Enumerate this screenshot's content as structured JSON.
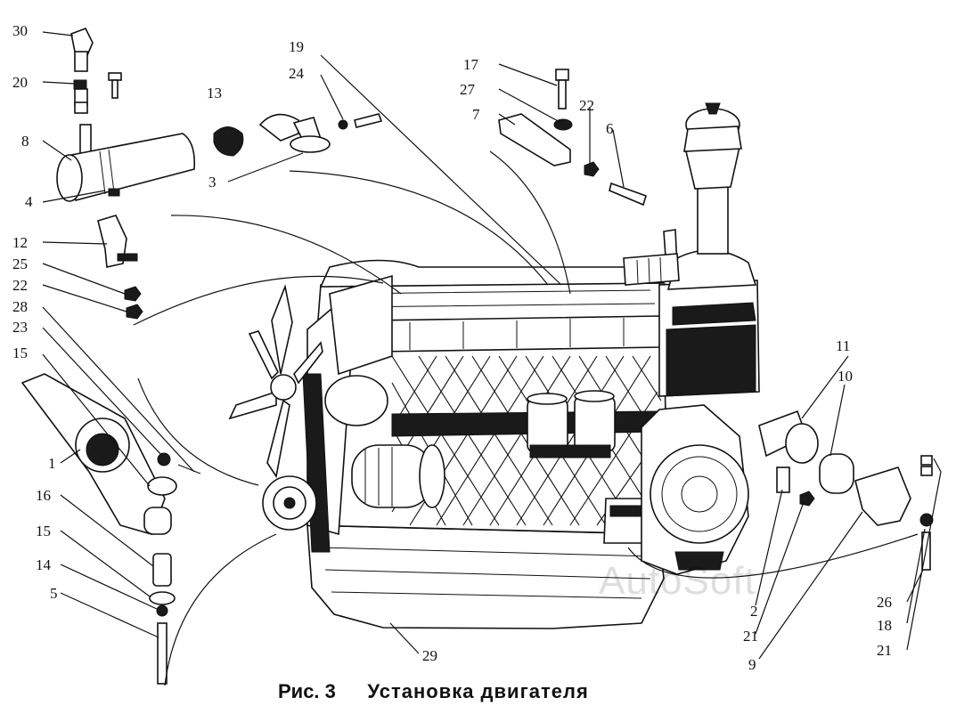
{
  "caption": {
    "figure_label": "Рис. 3",
    "title": "Установка двигателя"
  },
  "watermark": "AutoSoft",
  "callouts": [
    "30",
    "20",
    "8",
    "4",
    "12",
    "25",
    "22",
    "28",
    "23",
    "15",
    "1",
    "16",
    "15",
    "14",
    "5",
    "13",
    "3",
    "19",
    "24",
    "17",
    "27",
    "7",
    "22",
    "6",
    "11",
    "10",
    "2",
    "21",
    "9",
    "26",
    "18",
    "21",
    "29"
  ]
}
